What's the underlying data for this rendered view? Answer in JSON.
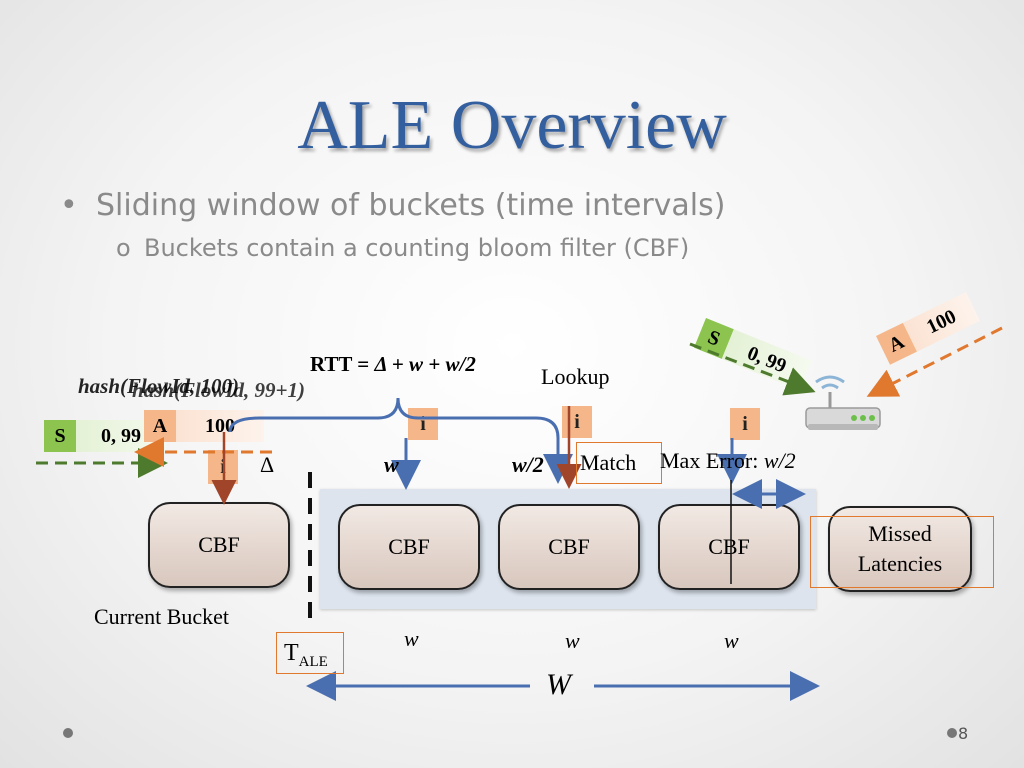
{
  "slide": {
    "title": "ALE Overview",
    "page_number": "8",
    "bullets": [
      {
        "marker": "•",
        "text": "Sliding window of buckets (time intervals)"
      },
      {
        "marker": "o",
        "text": "Buckets contain a counting bloom filter (CBF)"
      }
    ]
  },
  "diagram": {
    "rtt_prefix": "RTT = ",
    "rtt_formula": "Δ + w + w/2",
    "hash_text_1": "hash(FlowId, 100)",
    "hash_text_2": "hash(FlowId, 99+1)",
    "lookup": "Lookup",
    "match": "Match",
    "max_error_label": "Max Error: ",
    "max_error_value": "w/2",
    "delta": "Δ",
    "w_top": "w",
    "w_half": "w/2",
    "current_bucket": "Current Bucket",
    "t_ale_main": "T",
    "t_ale_sub": "ALE",
    "big_w": "W",
    "w_labels": [
      "w",
      "w",
      "w"
    ],
    "cbf_label": "CBF",
    "missed_line1": "Missed",
    "missed_line2": "Latencies",
    "i_label": "i",
    "packet_s_letter": "S",
    "packet_s_value": "0, 99",
    "packet_a_letter": "A",
    "packet_a_value": "100",
    "colors": {
      "title": "#345f9e",
      "arrow": "#4a6fb0",
      "dashed_green": "#4e7a2e",
      "dashed_orange": "#e0782e",
      "brown_arrow": "#a0452a",
      "i_box": "#f5b78a"
    },
    "icons": [
      "router-icon"
    ]
  }
}
